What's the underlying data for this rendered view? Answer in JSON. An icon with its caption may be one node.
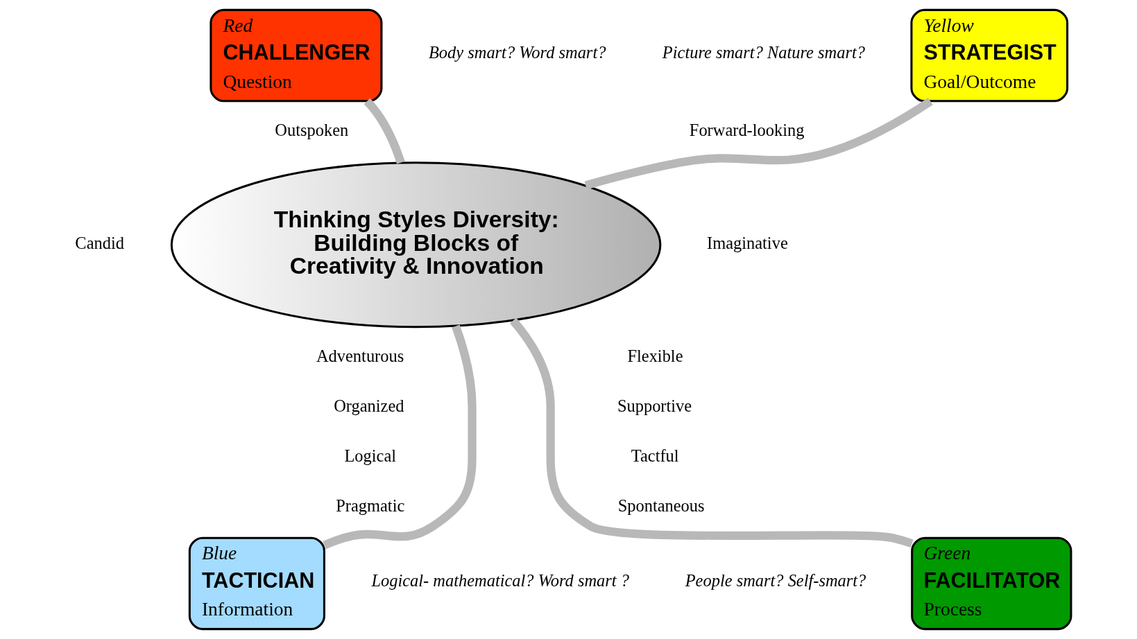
{
  "diagram": {
    "nodes": [
      {
        "text": [
          "Thinking Styles Diversity: Building Blocks of Creativity & Innovation"
        ]
      },
      {
        "text": [
          "Red",
          "CHALLENGER",
          "Question"
        ]
      },
      {
        "text": [
          "Yellow",
          "STRATEGIST",
          "Goal/Outcome"
        ]
      },
      {
        "text": [
          "Blue",
          "TACTICIAN",
          "Information"
        ]
      },
      {
        "text": [
          "Green",
          "FACILITATOR",
          "Process"
        ]
      }
    ],
    "edges": [
      {
        "from": 1,
        "to": 0,
        "arrow": "none"
      },
      {
        "from": 2,
        "to": 0,
        "arrow": "none"
      },
      {
        "from": 0,
        "to": 3,
        "arrow": "none"
      },
      {
        "from": 0,
        "to": 4,
        "arrow": "none"
      }
    ],
    "labels": [
      "Body smart? Word smart?",
      "Picture smart? Nature smart?",
      "Outspoken",
      "Candid",
      "Adventurous",
      "Forward-looking",
      "Imaginative",
      "Flexible",
      "Organized",
      "Logical",
      "Pragmatic",
      "Supportive",
      "Tactful",
      "Spontaneous",
      "Logical- mathematical? Word smart ?",
      "People smart? Self-smart?"
    ]
  }
}
